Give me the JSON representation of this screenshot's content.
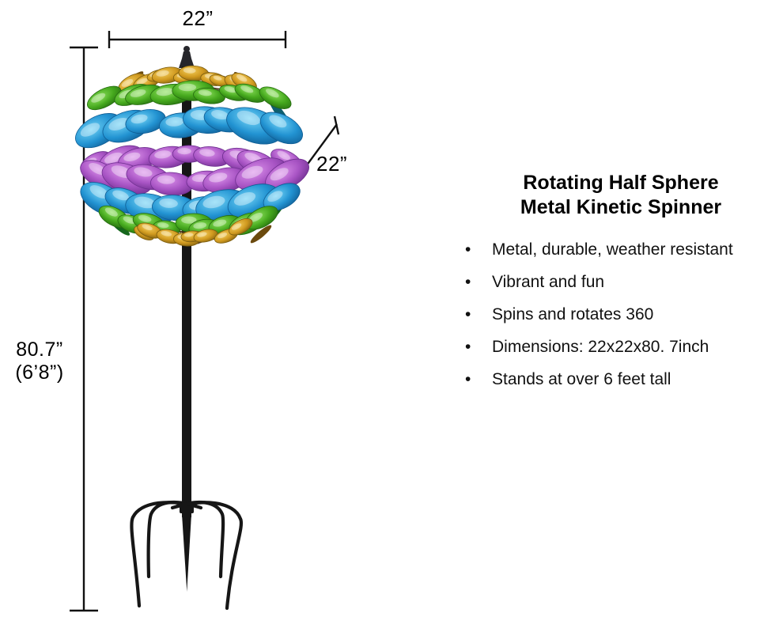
{
  "product": {
    "title_line1": "Rotating Half Sphere",
    "title_line2": "Metal Kinetic Spinner",
    "bullet_char": "•",
    "bullets": [
      "Metal, durable, weather resistant",
      "Vibrant and fun",
      "Spins and rotates 360",
      "Dimensions: 22x22x80. 7inch",
      "Stands at over 6 feet tall"
    ]
  },
  "dimensions": {
    "width_label": "22”",
    "depth_label": "22”",
    "height_label_line1": "80.7”",
    "height_label_line2": "(6’8”)"
  },
  "illustration": {
    "description": "rainbow-disc kinetic wind spinner on five-prong garden stake",
    "palette": {
      "pole": "#161616",
      "stem": "#4d3519",
      "line": "#111111",
      "discs": {
        "gold": [
          "#f4cf5c",
          "#d0991f",
          "#7c5d0e"
        ],
        "green": [
          "#8fe35e",
          "#45a81d",
          "#246b0f"
        ],
        "blue": [
          "#73d4f6",
          "#2293d2",
          "#0f5d94"
        ],
        "purple": [
          "#dd93ec",
          "#a854c4",
          "#6f2f90"
        ]
      },
      "sliver_teal": "#0f5f6e",
      "sliver_olive": "#6b4a0e",
      "sliver_greendark": "#15661c"
    }
  }
}
